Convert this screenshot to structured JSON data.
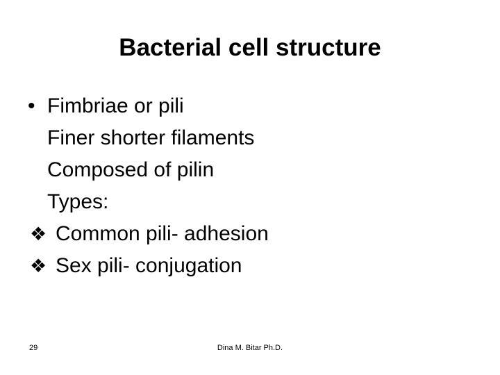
{
  "slide": {
    "title": "Bacterial cell structure",
    "background_color": "#ffffff",
    "text_color": "#000000",
    "body_lines": [
      {
        "bullet": "•",
        "bullet_name": "dot-bullet-icon",
        "text": "Fimbriae or pili"
      },
      {
        "bullet": "",
        "bullet_name": "no-bullet",
        "text": "Finer shorter filaments"
      },
      {
        "bullet": "",
        "bullet_name": "no-bullet",
        "text": "Composed of pilin"
      },
      {
        "bullet": "",
        "bullet_name": "no-bullet",
        "text": "Types:"
      },
      {
        "bullet": "❖",
        "bullet_name": "fleuron-bullet-icon",
        "text": "Common pili- adhesion"
      },
      {
        "bullet": "❖",
        "bullet_name": "fleuron-bullet-icon",
        "text": "Sex pili- conjugation"
      }
    ],
    "footer": {
      "slide_number": "29",
      "author": "Dina M. Bitar Ph.D."
    }
  }
}
